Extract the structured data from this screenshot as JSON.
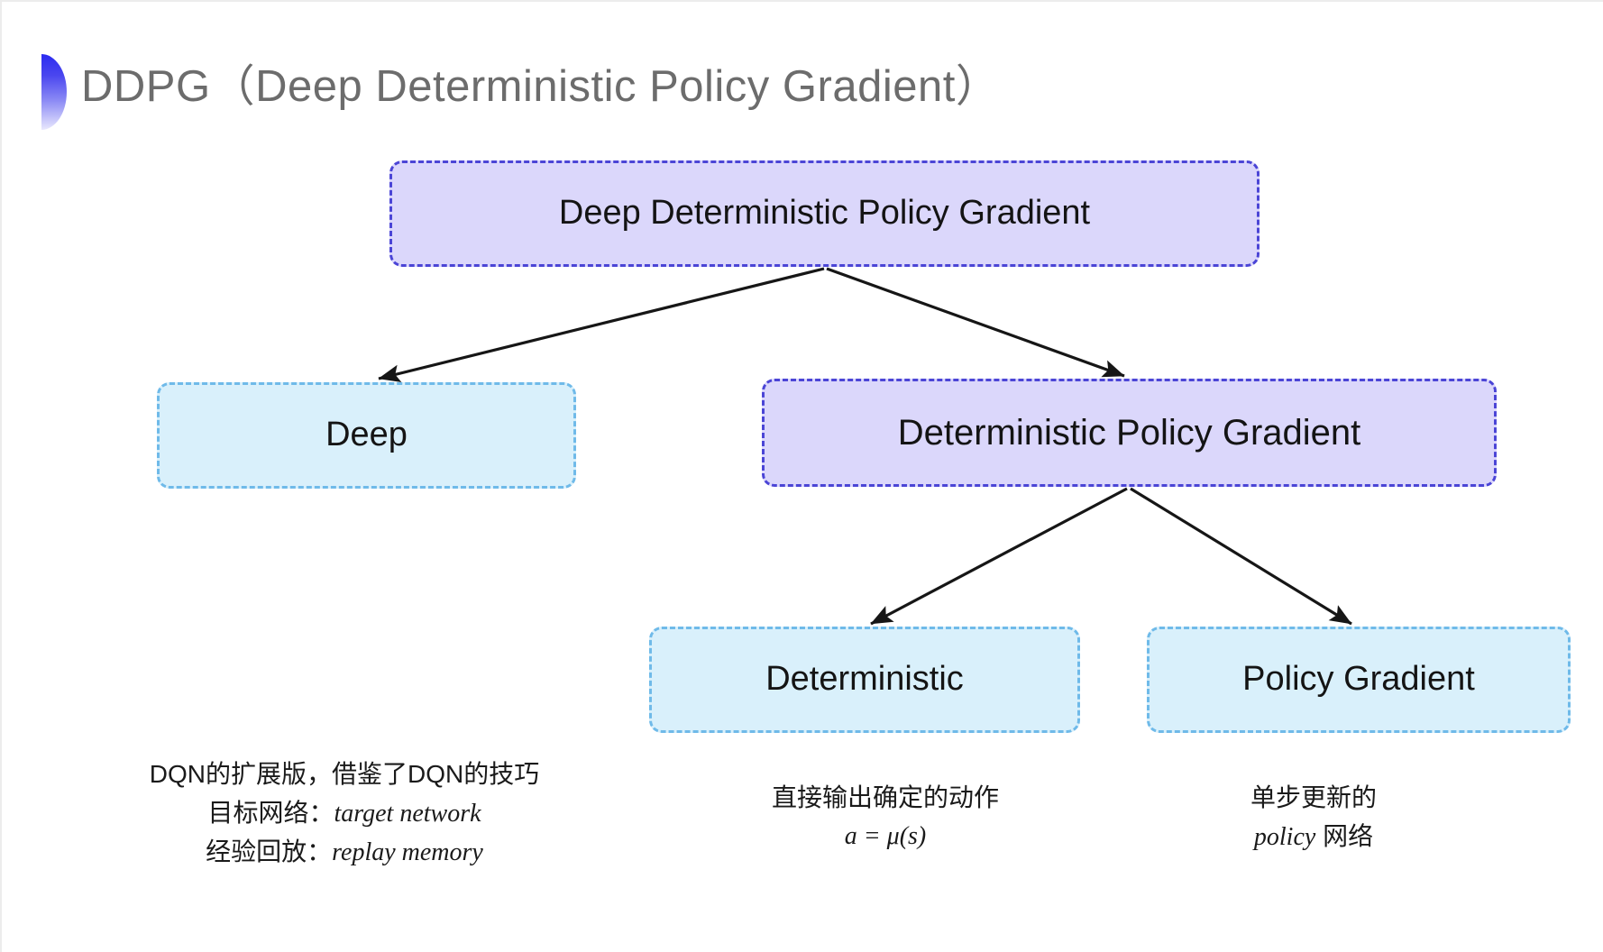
{
  "slide": {
    "title": "DDPG（Deep Deterministic Policy Gradient）",
    "bullet_icon": "gradient-halfcircle-icon",
    "background": "#ffffff"
  },
  "colors": {
    "purple_fill": "#dbd7fb",
    "purple_border": "#4b45d6",
    "cyan_fill": "#d9f0fb",
    "cyan_border": "#6fbae9",
    "title_text": "#6c6c6c",
    "node_text": "#141414",
    "arrow": "#161616"
  },
  "diagram": {
    "type": "tree",
    "nodes": [
      {
        "id": "root",
        "label": "Deep Deterministic Policy Gradient",
        "style": "purple"
      },
      {
        "id": "deep",
        "label": "Deep",
        "style": "cyan"
      },
      {
        "id": "dpg",
        "label": "Deterministic Policy Gradient",
        "style": "purple"
      },
      {
        "id": "det",
        "label": "Deterministic",
        "style": "cyan"
      },
      {
        "id": "pg",
        "label": "Policy Gradient",
        "style": "cyan"
      }
    ],
    "edges": [
      {
        "from": "root",
        "to": "deep"
      },
      {
        "from": "root",
        "to": "dpg"
      },
      {
        "from": "dpg",
        "to": "det"
      },
      {
        "from": "dpg",
        "to": "pg"
      }
    ]
  },
  "annotations": {
    "deep": {
      "line1": "DQN的扩展版，借鉴了DQN的技巧",
      "line2_label": "目标网络：",
      "line2_term": "target network",
      "line3_label": "经验回放：",
      "line3_term": "replay memory"
    },
    "deterministic": {
      "line1": "直接输出确定的动作",
      "formula": "a = μ(s)"
    },
    "policy_gradient": {
      "line1": "单步更新的",
      "line2_term": "policy",
      "line2_suffix": " 网络"
    }
  }
}
